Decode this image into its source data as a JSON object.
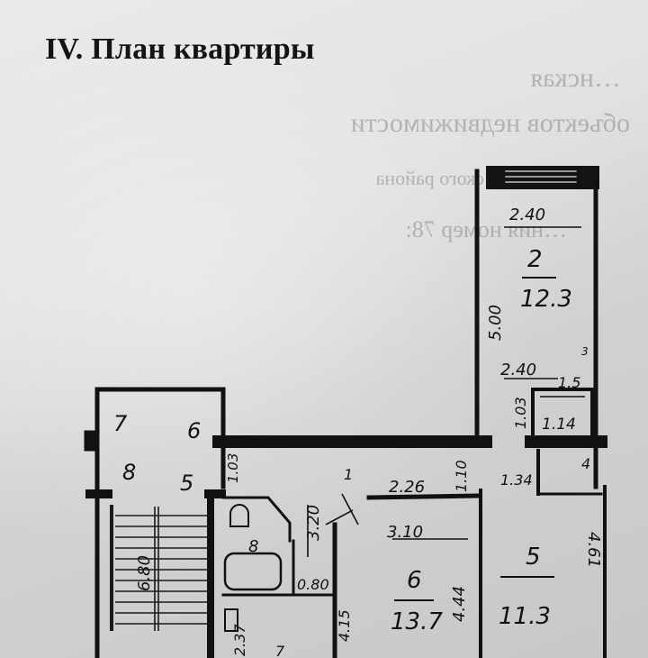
{
  "heading": {
    "title": "IV. План квартиры"
  },
  "bleed_through": {
    "line1": "…нская",
    "line2": "объектов недвижимости",
    "line3": "…ского района",
    "line4": "…ния номер 78:"
  },
  "plan": {
    "rooms": [
      {
        "number": "2",
        "area": "12.3",
        "width": "2.40",
        "length": "5.00"
      },
      {
        "number": "3",
        "area": "1.14",
        "width": "1.5",
        "length": "1.03"
      },
      {
        "number": "4",
        "width": "1.34"
      },
      {
        "number": "5",
        "area": "11.3",
        "length": "4.61"
      },
      {
        "number": "6",
        "area": "13.7",
        "width": "3.10",
        "length": "4.44"
      }
    ],
    "corridor": {
      "label": "1",
      "width": "2.26",
      "length": "1.10"
    },
    "bath": {
      "number": "8",
      "length": "3.20",
      "width": "0.80"
    },
    "toilet": {
      "number": "7",
      "length": "2.37"
    },
    "misc": {
      "side_dim": "4.15",
      "door_dim": "1.03",
      "window_dim": "2.40"
    },
    "stair": {
      "labels": [
        "7",
        "8",
        "6",
        "5"
      ],
      "length": "6.80"
    }
  }
}
